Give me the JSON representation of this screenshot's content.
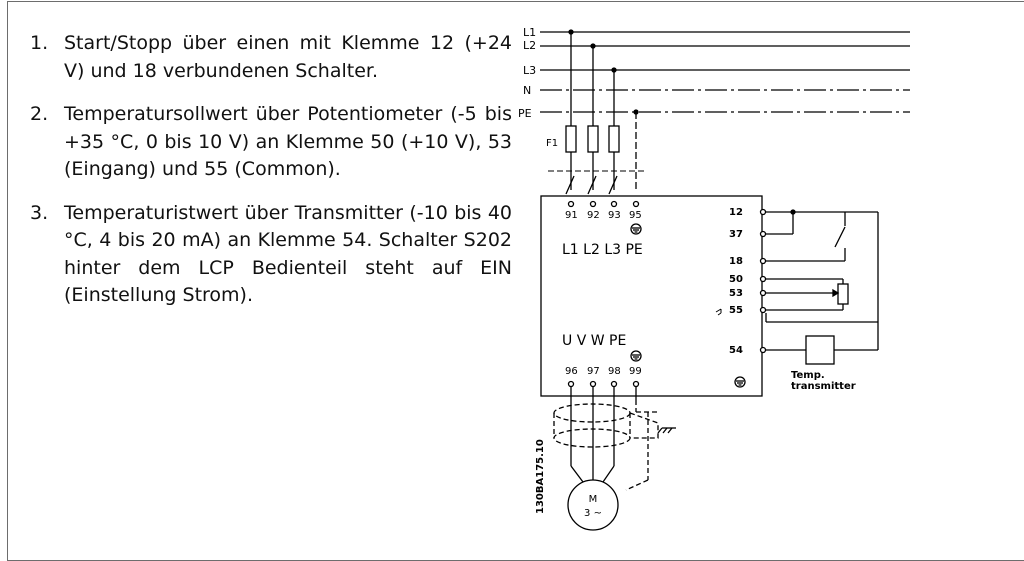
{
  "steps": [
    {
      "number": "1.",
      "text": "Start/Stopp über einen mit Klemme 12 (+24 V) und 18 verbundenen Schalter."
    },
    {
      "number": "2.",
      "text": "Temperatursollwert über Potentiometer (-5 bis +35 °C, 0 bis 10 V) an Klemme 50 (+10 V), 53 (Eingang) und 55 (Common)."
    },
    {
      "number": "3.",
      "text": "Temperaturistwert über Transmitter (-10 bis 40 °C, 4 bis 20 mA) an Klemme 54. Schalter S202 hinter dem LCP Bedienteil steht auf EIN (Einstellung Strom)."
    }
  ],
  "diagram": {
    "mains_labels": [
      "L1",
      "L2",
      "L3",
      "N",
      "PE"
    ],
    "fuse_label": "F1",
    "input_terminals": [
      "91",
      "92",
      "93",
      "95"
    ],
    "input_labels": "L1 L2 L3 PE",
    "output_labels": "U  V  W  PE",
    "output_terminals": [
      "96",
      "97",
      "98",
      "99"
    ],
    "control_terminals": [
      "12",
      "37",
      "18",
      "50",
      "53",
      "55",
      "54"
    ],
    "transmitter_label": [
      "Temp.",
      "transmitter"
    ],
    "motor_label": "M",
    "motor_phase": "3 ~",
    "drawing_id": "130BA175.10"
  }
}
